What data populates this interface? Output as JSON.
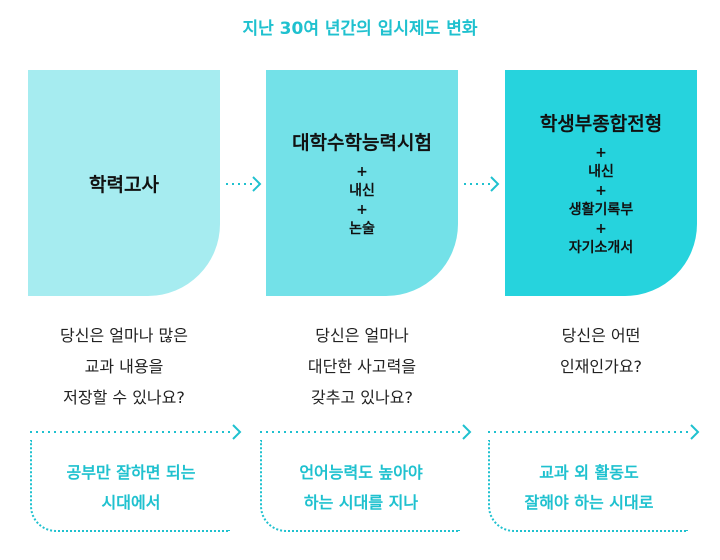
{
  "title": "지난 30여 년간의 입시제도 변화",
  "colors": {
    "accent": "#1fc1cf",
    "stage1": "#a6ecf0",
    "stage2": "#73e1e8",
    "stage3": "#26d3dd"
  },
  "stages": [
    {
      "name": "학력고사",
      "items": []
    },
    {
      "name": "대학수학능력시험",
      "items": [
        "+",
        "내신",
        "+",
        "논술"
      ]
    },
    {
      "name": "학생부종합전형",
      "items": [
        "+",
        "내신",
        "+",
        "생활기록부",
        "+",
        "자기소개서"
      ]
    }
  ],
  "questions": [
    {
      "lines": [
        "당신은 얼마나 많은",
        "교과 내용을",
        "저장할 수 있나요?"
      ]
    },
    {
      "lines": [
        "당신은 얼마나",
        "대단한 사고력을",
        "갖추고 있나요?"
      ]
    },
    {
      "lines": [
        "당신은 어떤",
        "인재인가요?"
      ]
    }
  ],
  "eras": [
    {
      "lines": [
        "공부만 잘하면 되는",
        "시대에서"
      ]
    },
    {
      "lines": [
        "언어능력도 높아야",
        "하는 시대를 지나"
      ]
    },
    {
      "lines": [
        "교과 외 활동도",
        "잘해야 하는 시대로"
      ]
    }
  ]
}
